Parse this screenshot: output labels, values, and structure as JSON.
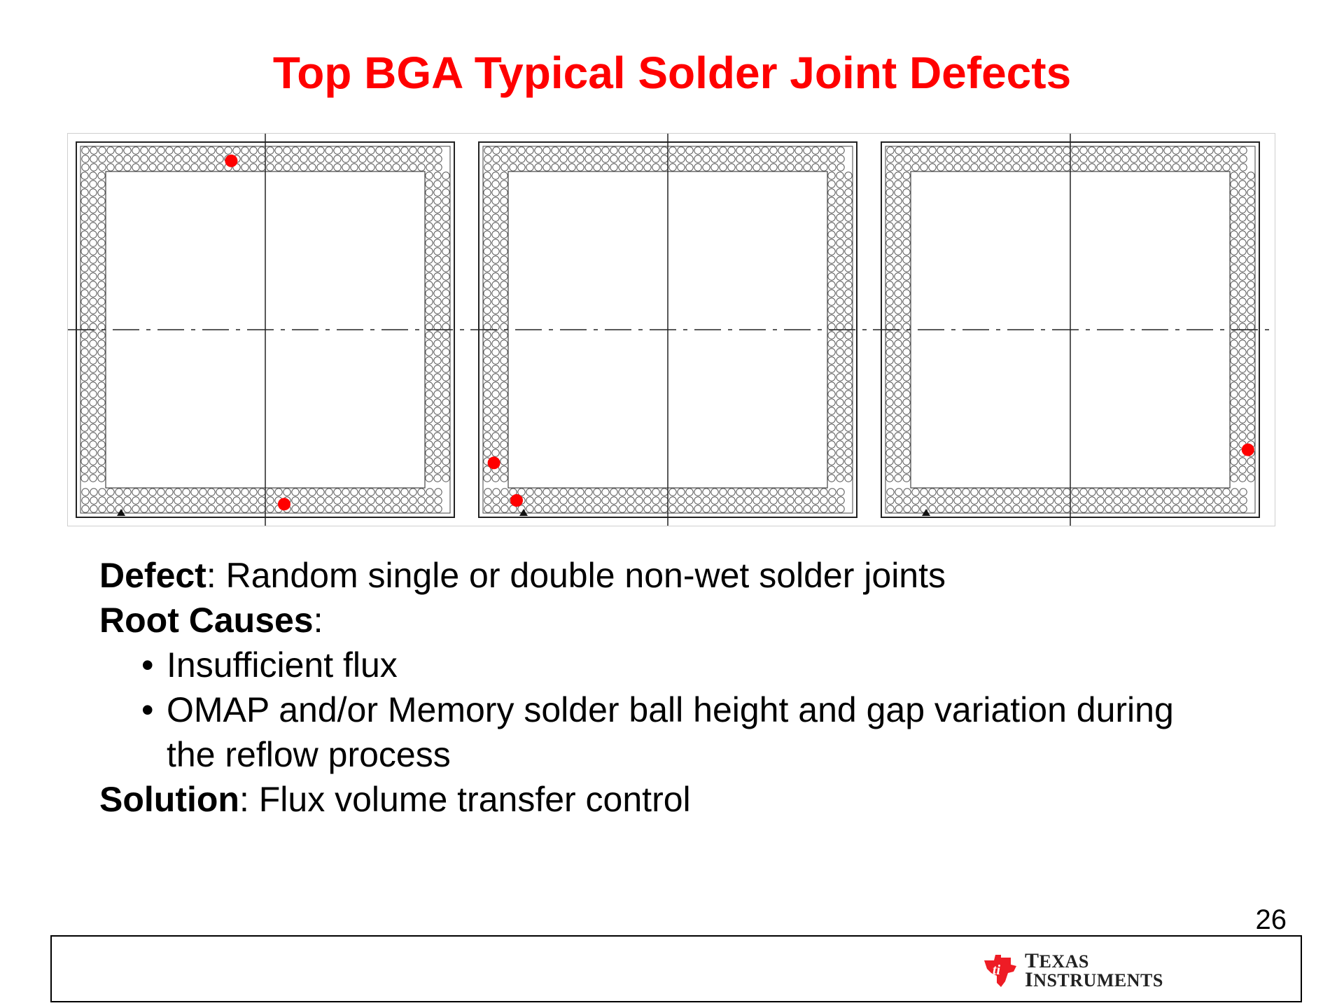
{
  "slide": {
    "title": "Top BGA Typical Solder Joint Defects",
    "page_number": "26"
  },
  "diagrams": {
    "panel_count": 3,
    "defect_color": "#ff0000",
    "panels": [
      {
        "defect_spots": 2
      },
      {
        "defect_spots": 2
      },
      {
        "defect_spots": 1
      }
    ]
  },
  "body": {
    "defect_label": "Defect",
    "defect_text": ": Random single or double non-wet solder joints",
    "root_causes_label": "Root Causes",
    "root_causes_suffix": ":",
    "bullet_glyph": "•",
    "bullets": [
      {
        "text": "Insufficient flux"
      },
      {
        "text": "OMAP and/or Memory solder ball height and gap variation during the reflow process"
      }
    ],
    "solution_label": "Solution",
    "solution_text": ": Flux volume transfer control"
  },
  "footer": {
    "logo": {
      "icon": "texas-instruments-logo-icon",
      "line1_first": "T",
      "line1_rest": "EXAS",
      "line2_first": "I",
      "line2_rest": "NSTRUMENTS",
      "color": "#ee1c25"
    }
  }
}
